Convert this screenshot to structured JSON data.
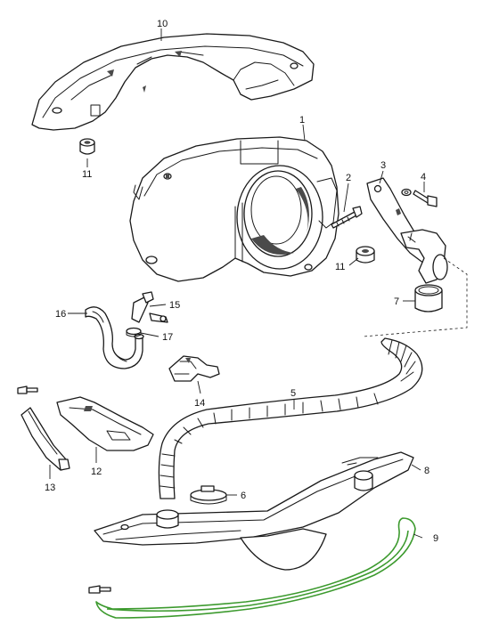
{
  "highlight_color": "#3c9a2e",
  "highlighted_part": "9",
  "callouts": {
    "c1": "1",
    "c2": "2",
    "c3": "3",
    "c4": "4",
    "c5": "5",
    "c6": "6",
    "c7": "7",
    "c8": "8",
    "c9": "9",
    "c10": "10",
    "c11a": "11",
    "c11b": "11",
    "c12": "12",
    "c13": "13",
    "c14": "14",
    "c15": "15",
    "c16": "16",
    "c17": "17"
  }
}
